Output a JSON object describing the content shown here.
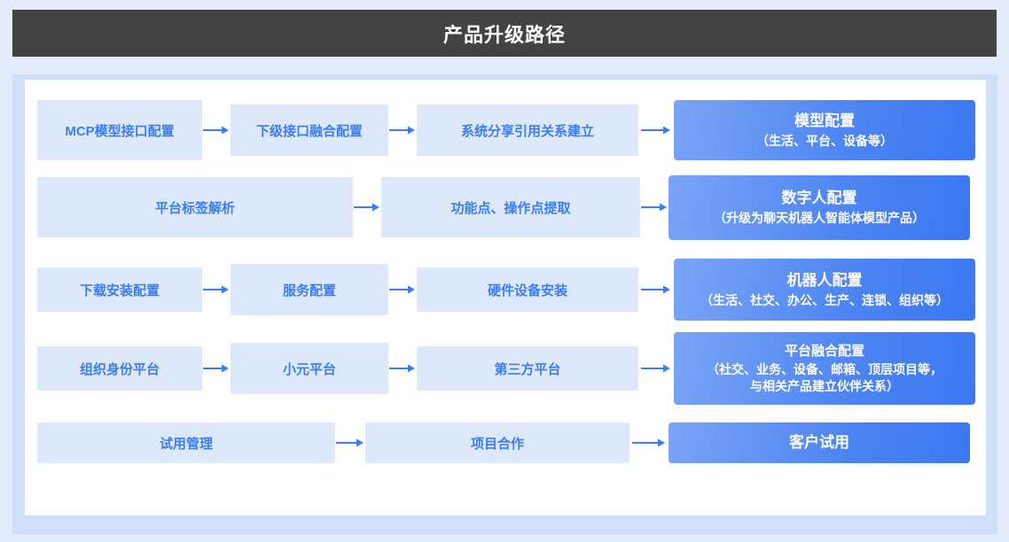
{
  "header": {
    "title": "产品升级路径",
    "bg_color": "#434343",
    "text_color": "#ffffff"
  },
  "theme": {
    "page_bg": "#e4ecfb",
    "frame_bg": "#cfdff9",
    "card_bg": "#ffffff",
    "step_bg": "#dde8fb",
    "step_text": "#3b7df5",
    "result_gradient_from": "#6d9bf5",
    "result_gradient_to": "#3a78f2",
    "result_text": "#ffffff",
    "arrow_color": "#3b7df5"
  },
  "flow": {
    "rows": [
      {
        "steps": [
          "MCP模型接口配置",
          "下级接口融合配置",
          "系统分享引用关系建立"
        ],
        "result": {
          "title": "模型配置",
          "sub": "（生活、平台、设备等）"
        }
      },
      {
        "steps": [
          "平台标签解析",
          "功能点、操作点提取"
        ],
        "result": {
          "title": "数字人配置",
          "sub": "（升级为聊天机器人智能体模型产品）"
        }
      },
      {
        "steps": [
          "下载安装配置",
          "服务配置",
          "硬件设备安装"
        ],
        "result": {
          "title": "机器人配置",
          "sub": "（生活、社交、办公、生产、连锁、组织等）"
        }
      },
      {
        "steps": [
          "组织身份平台",
          "小元平台",
          "第三方平台"
        ],
        "result": {
          "title": "平台融合配置",
          "sub": "（社交、业务、设备、邮箱、顶层项目等，",
          "sub2": "与相关产品建立伙伴关系）"
        }
      },
      {
        "steps": [
          "试用管理",
          "项目合作"
        ],
        "result": {
          "title": "客户试用",
          "sub": ""
        }
      }
    ]
  }
}
